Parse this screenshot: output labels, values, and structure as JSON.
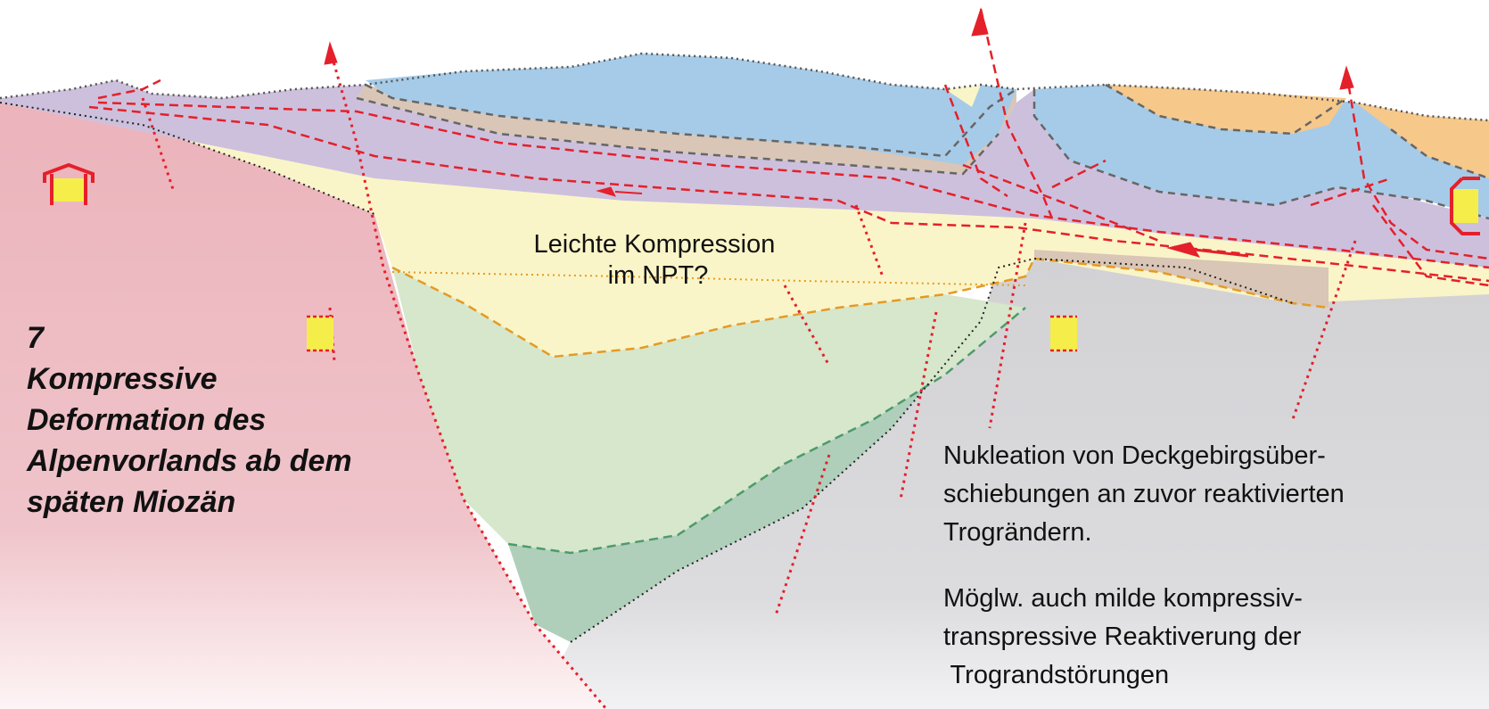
{
  "stage_label": [
    "7",
    "Kompressive",
    "Deformation des",
    "Alpenvorlands ab dem",
    "späten Miozän"
  ],
  "center_label": [
    "Leichte Kompression",
    "im NPT?"
  ],
  "note_1": [
    "Nukleation von Deckgebirgsüber-",
    "schiebungen an zuvor reaktivierten",
    "Trogrändern."
  ],
  "note_2": [
    "Möglw. auch milde kompressiv-",
    "transpressive Reaktiverung der",
    " Trograndstörungen"
  ],
  "colors": {
    "basement_red": "#ecb3bb",
    "basement_grey": "#d6d6d9",
    "purple_layer": "#cdc0dd",
    "blue_layer": "#a6cbe8",
    "yellow_layer": "#faf5c8",
    "orange_layer": "#f6c88a",
    "tan_layer": "#d9c6b6",
    "green_light": "#d6e7cc",
    "green_dark": "#afcfba",
    "fault_red": "#e4202a",
    "marker_yellow": "#f5ee4a"
  }
}
